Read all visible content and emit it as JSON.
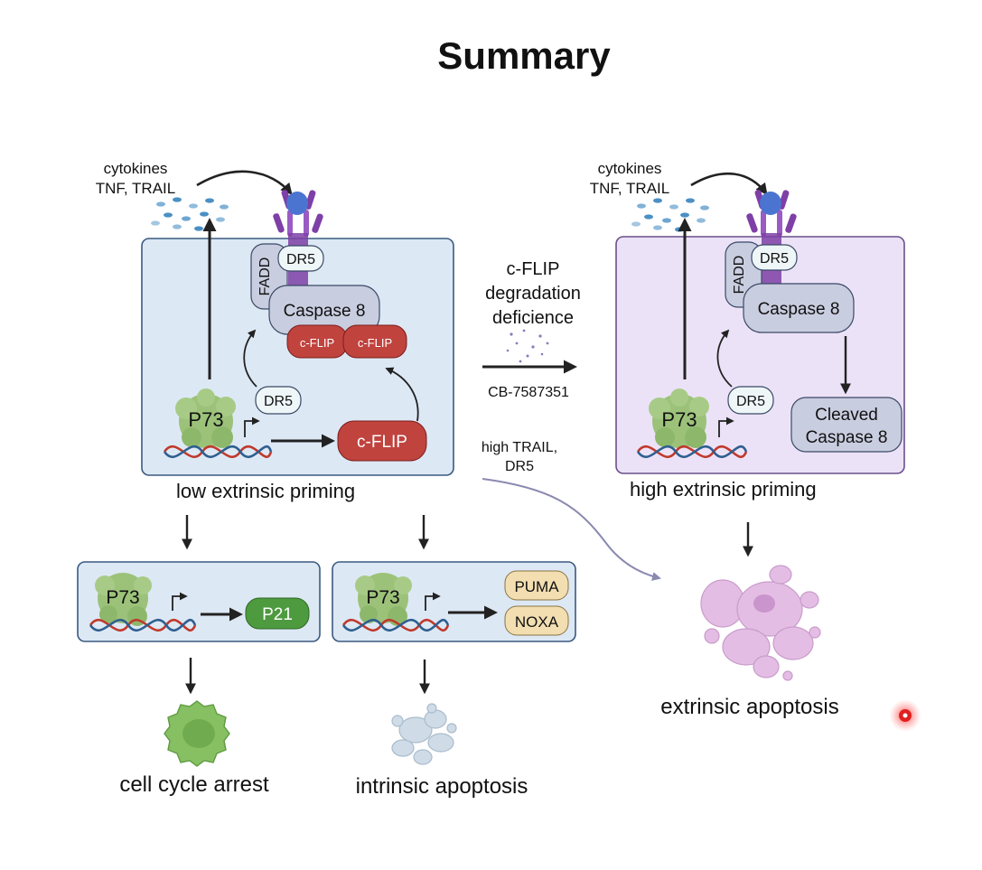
{
  "title": "Summary",
  "colors": {
    "panel_blue_fill": "#dde8f5",
    "panel_blue_stroke": "#3a5a80",
    "panel_purple_fill": "#ece2f7",
    "panel_purple_stroke": "#6a4f8a",
    "caspase_fill": "#c9cde0",
    "cflip_fill": "#c0433e",
    "p21_fill": "#4d9a3f",
    "puma_fill": "#f2deb1",
    "p73_fill": "#9cc27a",
    "dna_red": "#c0392b",
    "dna_blue": "#2e5f8f",
    "receptor": "#7e3fa6",
    "cytokine": "#4a90c4",
    "apoptosis_pink": "#e4bde4",
    "apoptosis_blue": "#cfdbe6",
    "arrest_green": "#86c063",
    "pointer_red": "#e02020"
  },
  "left_panel": {
    "cytokines_label": "cytokines",
    "cytokines_sub": "TNF, TRAIL",
    "fadd": "FADD",
    "dr5": "DR5",
    "caspase8": "Caspase 8",
    "cflip_small_1": "c-FLIP",
    "cflip_small_2": "c-FLIP",
    "cflip": "c-FLIP",
    "dr5_gene": "DR5",
    "p73": "P73",
    "caption": "low  extrinsic priming"
  },
  "middle": {
    "line1": "c-FLIP",
    "line2": "degradation",
    "line3": "deficience",
    "drug": "CB-7587351",
    "trail1": "high TRAIL,",
    "trail2": "DR5"
  },
  "right_panel": {
    "cytokines_label": "cytokines",
    "cytokines_sub": "TNF, TRAIL",
    "fadd": "FADD",
    "dr5": "DR5",
    "caspase8": "Caspase 8",
    "cleaved1": "Cleaved",
    "cleaved2": "Caspase 8",
    "dr5_gene": "DR5",
    "p73": "P73",
    "caption": "high  extrinsic priming"
  },
  "p21_panel": {
    "p73": "P73",
    "p21": "P21",
    "outcome": "cell cycle arrest"
  },
  "puma_panel": {
    "p73": "P73",
    "puma": "PUMA",
    "noxa": "NOXA",
    "outcome": "intrinsic apoptosis"
  },
  "extrinsic": {
    "outcome": "extrinsic apoptosis"
  }
}
